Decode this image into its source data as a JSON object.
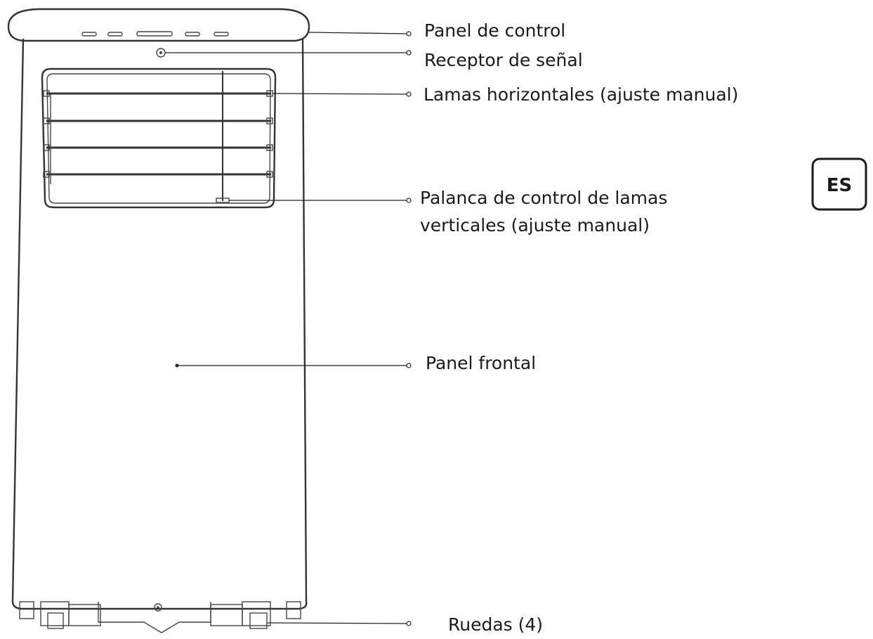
{
  "language_badge": "ES",
  "labels": {
    "control_panel": "Panel de control",
    "signal_receiver": "Receptor de señal",
    "horizontal_louvers": "Lamas horizontales (ajuste manual)",
    "vertical_louver_lever_line1": "Palanca de control de lamas",
    "vertical_louver_lever_line2": "verticales (ajuste manual)",
    "front_panel": "Panel frontal",
    "wheels": "Ruedas (4)"
  }
}
